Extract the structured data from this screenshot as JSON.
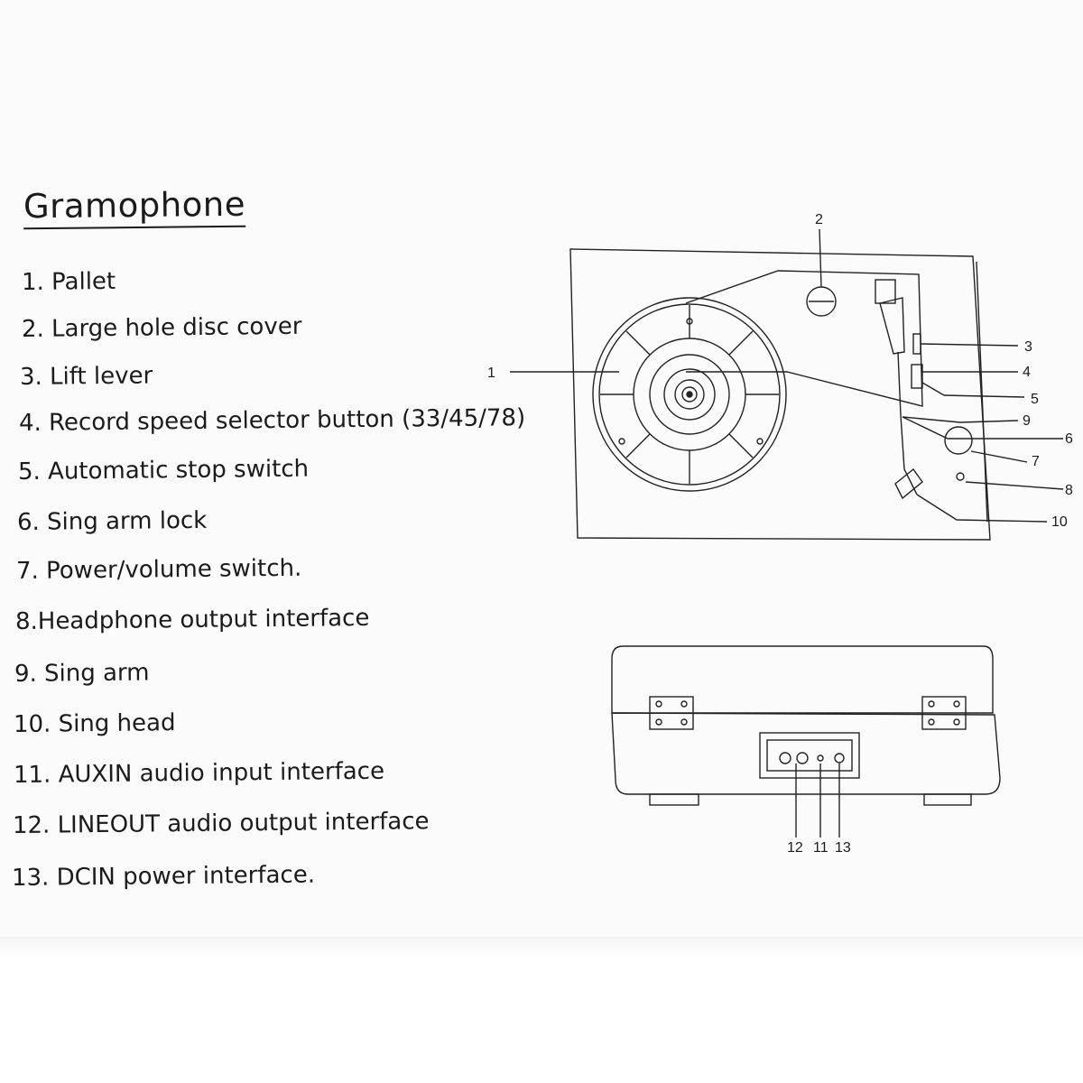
{
  "title": "Gramophone",
  "legend": [
    "1. Pallet",
    "2. Large hole disc cover",
    "3. Lift lever",
    "4. Record speed selector button (33/45/78)",
    "5. Automatic stop switch",
    "6. Sing arm lock",
    "7. Power/volume switch.",
    "8.Headphone output interface",
    "9. Sing arm",
    "10. Sing head",
    "11. AUXIN audio input interface",
    "12. LINEOUT audio output interface",
    "13. DCIN power interface."
  ],
  "top_view_callouts": [
    "1",
    "2",
    "3",
    "4",
    "5",
    "9",
    "6",
    "7",
    "8",
    "10"
  ],
  "rear_view_callouts": [
    "12",
    "11",
    "13"
  ]
}
